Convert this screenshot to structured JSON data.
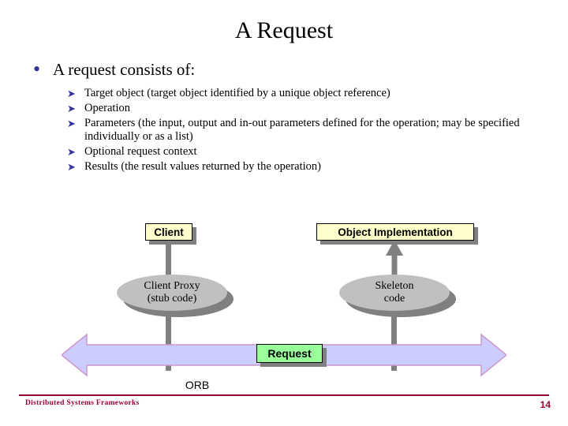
{
  "slide": {
    "title": "A Request",
    "bullet": {
      "marker": "•",
      "text": "A request consists of:"
    },
    "sub_bullets": [
      "Target object (target object identified by a unique object reference)",
      "Operation",
      "Parameters (the input, output and in-out parameters  defined for the operation; may be specified individually or as a list)",
      "Optional request context",
      "Results (the result values returned by the operation)"
    ],
    "diagram": {
      "client_label": "Client",
      "object_impl_label": "Object Implementation",
      "client_proxy_line1": "Client Proxy",
      "client_proxy_line2": "(stub code)",
      "skeleton_line1": "Skeleton",
      "skeleton_line2": "code",
      "request_label": "Request",
      "orb_label": "ORB",
      "colors": {
        "box_fill": "#ffffcc",
        "ellipse_fill": "#c0c0c0",
        "shadow": "#808080",
        "request_fill": "#99ff99",
        "arrow_fill": "#ccccff",
        "arrow_stroke": "#cc99cc"
      }
    },
    "footer": {
      "left": "Distributed Systems Frameworks",
      "page": "14",
      "rule_color": "#990033"
    }
  }
}
